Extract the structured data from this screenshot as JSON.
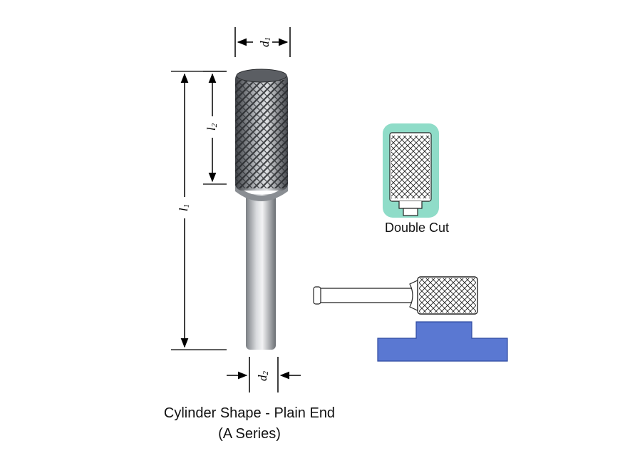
{
  "dimensions": {
    "d1": "d1",
    "d2": "d2",
    "l1": "l1",
    "l2": "l2"
  },
  "cut_type": {
    "label": "Double Cut",
    "badge_color": "#8fdcc8"
  },
  "caption": {
    "title": "Cylinder Shape - Plain End",
    "series": "(A Series)"
  },
  "colors": {
    "workpiece": "#5a78d2",
    "workpiece_edge": "#2f4aa0",
    "steel_dark": "#6b6f74",
    "steel_light": "#e3e5e8"
  }
}
